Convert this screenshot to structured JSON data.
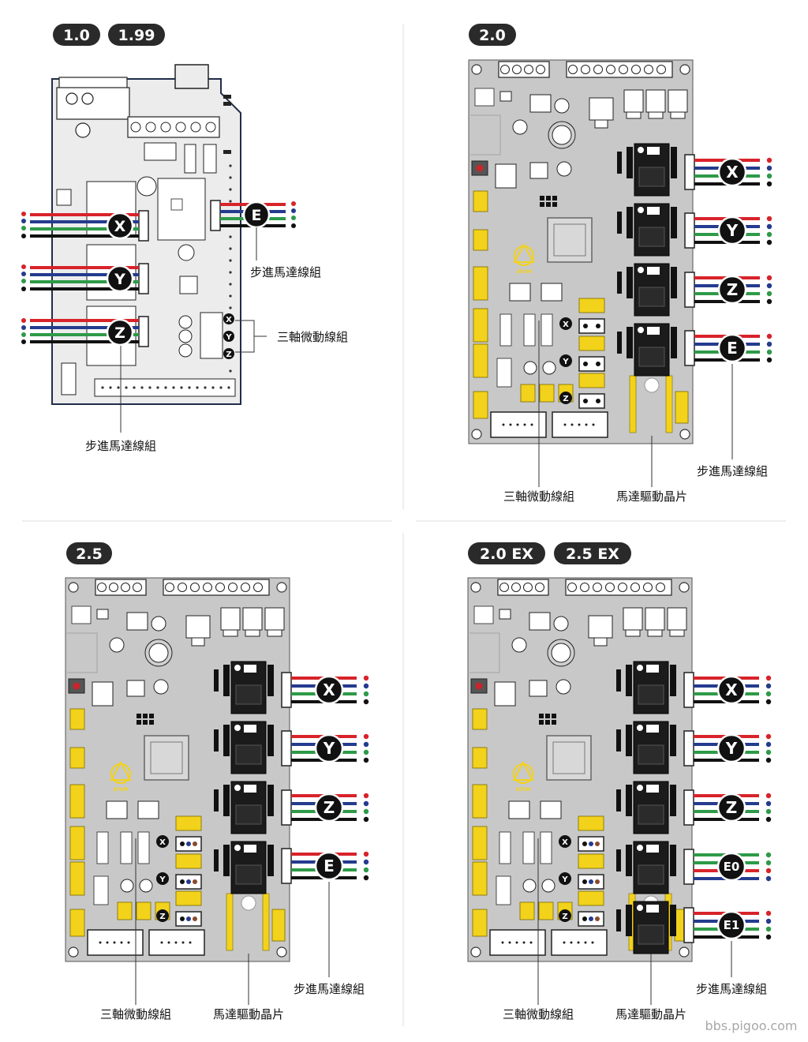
{
  "panels": [
    {
      "id": "p1",
      "badges": [
        "1.0",
        "1.99"
      ],
      "kind": "old"
    },
    {
      "id": "p2",
      "badges": [
        "2.0"
      ],
      "kind": "new"
    },
    {
      "id": "p3",
      "badges": [
        "2.5"
      ],
      "kind": "new"
    },
    {
      "id": "p4",
      "badges": [
        "2.0 EX",
        "2.5 EX"
      ],
      "kind": "ex"
    }
  ],
  "labels": {
    "stepper_motor_wire": "步進馬達線組",
    "endstop_wire": "三軸微動線組",
    "motor_driver_chip": "馬達驅動晶片",
    "atom_logo_text": "ATOM"
  },
  "axes": {
    "x": "X",
    "y": "Y",
    "z": "Z",
    "e": "E",
    "e0": "E0",
    "e1": "E1"
  },
  "wire_colors": {
    "red": "#d8232a",
    "blue": "#243b8e",
    "green": "#2e9a48",
    "black": "#111111"
  },
  "board_colors": {
    "pcb": "#c8c8c8",
    "old_pcb": "#ececec",
    "yellow": "#f2d21b",
    "badge": "#2a2a2a"
  },
  "watermark": "bbs.pigoo.com"
}
